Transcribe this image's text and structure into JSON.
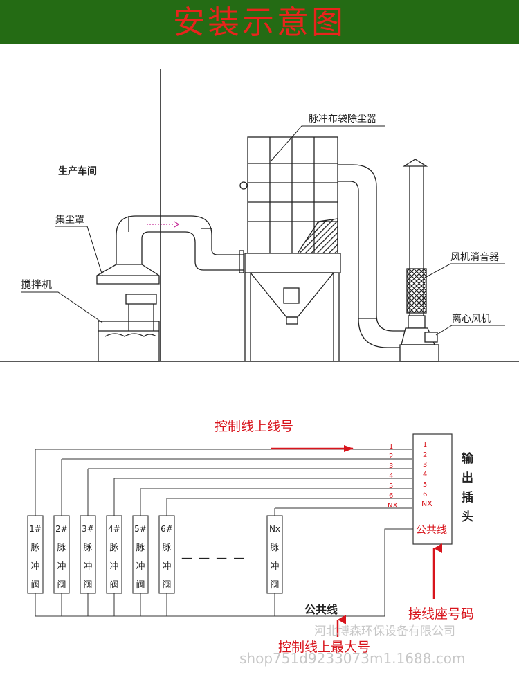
{
  "header": {
    "title": "安装示意图"
  },
  "install": {
    "workshop": "生产车间",
    "hood": "集尘罩",
    "mixer": "搅拌机",
    "collector": "脉冲布袋除尘器",
    "silencer": "风机消音器",
    "fan": "离心风机"
  },
  "wiring": {
    "control_line_label": "控制线上线号",
    "wire_numbers": [
      "1",
      "2",
      "3",
      "4",
      "5",
      "6",
      "NX"
    ],
    "valves": [
      "1#",
      "2#",
      "3#",
      "4#",
      "5#",
      "6#",
      "Nx"
    ],
    "valve_text": [
      "脉",
      "冲",
      "阀"
    ],
    "dashes": "— — — —",
    "common_wire_box": "公共线",
    "output_plug": [
      "输",
      "出",
      "插",
      "头"
    ],
    "common_wire_bottom": "公共线",
    "socket_label": "接线座号码",
    "max_number_label": "控制线上最大号"
  },
  "watermark": {
    "company": "河北博森环保设备有限公司",
    "shop": "shop751d9233073m1.1688.com"
  },
  "colors": {
    "banner_bg": "#246b14",
    "title_red": "#e8241c",
    "label_red": "#d8141c"
  }
}
